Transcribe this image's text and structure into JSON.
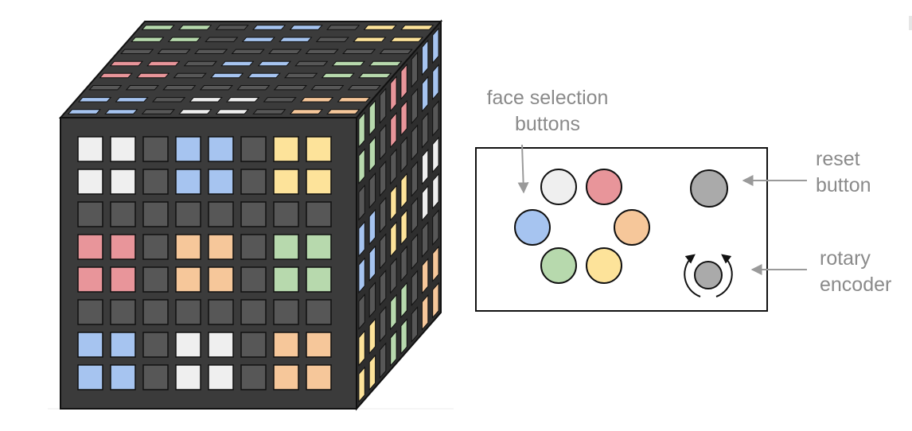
{
  "colors": {
    "white": "#efefef",
    "red": "#e8959a",
    "blue": "#a6c4f0",
    "orange": "#f6c79a",
    "green": "#b7d9ad",
    "yellow": "#fde39a",
    "empty": "#575757",
    "body": "#3b3b3b",
    "edge": "#111111",
    "reset": "#aaaaaa",
    "encoder": "#aaaaaa",
    "label": "#8a8a8a",
    "arrow": "#9a9a9a"
  },
  "cube": {
    "front_face": [
      [
        "white",
        "white",
        "empty",
        "blue",
        "blue",
        "empty",
        "yellow",
        "yellow"
      ],
      [
        "white",
        "white",
        "empty",
        "blue",
        "blue",
        "empty",
        "yellow",
        "yellow"
      ],
      [
        "empty",
        "empty",
        "empty",
        "empty",
        "empty",
        "empty",
        "empty",
        "empty"
      ],
      [
        "red",
        "red",
        "empty",
        "orange",
        "orange",
        "empty",
        "green",
        "green"
      ],
      [
        "red",
        "red",
        "empty",
        "orange",
        "orange",
        "empty",
        "green",
        "green"
      ],
      [
        "empty",
        "empty",
        "empty",
        "empty",
        "empty",
        "empty",
        "empty",
        "empty"
      ],
      [
        "blue",
        "blue",
        "empty",
        "white",
        "white",
        "empty",
        "orange",
        "orange"
      ],
      [
        "blue",
        "blue",
        "empty",
        "white",
        "white",
        "empty",
        "orange",
        "orange"
      ]
    ],
    "top_face": [
      [
        "green",
        "green",
        "empty",
        "blue",
        "blue",
        "empty",
        "yellow",
        "yellow"
      ],
      [
        "green",
        "green",
        "empty",
        "blue",
        "blue",
        "empty",
        "yellow",
        "yellow"
      ],
      [
        "empty",
        "empty",
        "empty",
        "empty",
        "empty",
        "empty",
        "empty",
        "empty"
      ],
      [
        "red",
        "red",
        "empty",
        "blue",
        "blue",
        "empty",
        "green",
        "green"
      ],
      [
        "red",
        "red",
        "empty",
        "blue",
        "blue",
        "empty",
        "green",
        "green"
      ],
      [
        "empty",
        "empty",
        "empty",
        "empty",
        "empty",
        "empty",
        "empty",
        "empty"
      ],
      [
        "blue",
        "blue",
        "empty",
        "white",
        "white",
        "empty",
        "orange",
        "orange"
      ],
      [
        "blue",
        "blue",
        "empty",
        "white",
        "white",
        "empty",
        "orange",
        "orange"
      ]
    ],
    "side_face": [
      [
        "green",
        "green",
        "empty",
        "red",
        "red",
        "empty",
        "blue",
        "blue"
      ],
      [
        "green",
        "green",
        "empty",
        "red",
        "red",
        "empty",
        "blue",
        "blue"
      ],
      [
        "empty",
        "empty",
        "empty",
        "empty",
        "empty",
        "empty",
        "empty",
        "empty"
      ],
      [
        "blue",
        "blue",
        "empty",
        "yellow",
        "yellow",
        "empty",
        "white",
        "white"
      ],
      [
        "blue",
        "blue",
        "empty",
        "yellow",
        "yellow",
        "empty",
        "white",
        "white"
      ],
      [
        "empty",
        "empty",
        "empty",
        "empty",
        "empty",
        "empty",
        "empty",
        "empty"
      ],
      [
        "yellow",
        "yellow",
        "empty",
        "green",
        "green",
        "empty",
        "orange",
        "orange"
      ],
      [
        "yellow",
        "yellow",
        "empty",
        "green",
        "green",
        "empty",
        "orange",
        "orange"
      ]
    ]
  },
  "panel": {
    "face_buttons": [
      "white",
      "red",
      "orange",
      "yellow",
      "green",
      "blue"
    ],
    "reset_color": "reset",
    "encoder_color": "encoder"
  },
  "labels": {
    "face_selection_line1": "face selection",
    "face_selection_line2": "buttons",
    "reset_line1": "reset",
    "reset_line2": "button",
    "rotary_line1": "rotary",
    "rotary_line2": "encoder"
  }
}
